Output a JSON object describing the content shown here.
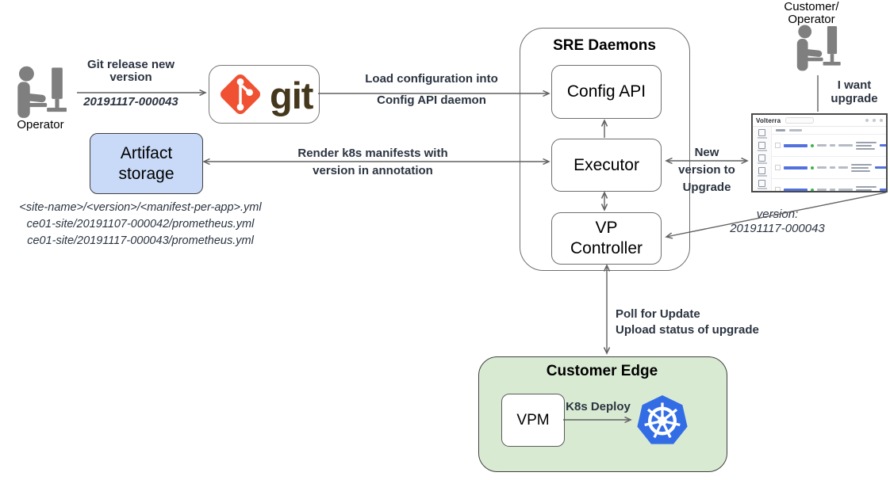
{
  "labels": {
    "operator": "Operator",
    "git_release_1": "Git release new",
    "git_release_2": "version",
    "git_release_version": "20191117-000043",
    "git_wordmark": "git",
    "load_config_1": "Load configuration into",
    "load_config_2": "Config API daemon",
    "sre_title": "SRE Daemons",
    "config_api": "Config API",
    "executor": "Executor",
    "vp_controller_1": "VP",
    "vp_controller_2": "Controller",
    "render_1": "Render k8s manifests with",
    "render_2": "version in annotation",
    "artifact_1": "Artifact",
    "artifact_2": "storage",
    "manifest_path_template": "<site-name>/<version>/<manifest-per-app>.yml",
    "manifest_path_old": "ce01-site/20191107-000042/prometheus.yml",
    "manifest_path_new": "ce01-site/20191117-000043/prometheus.yml",
    "customer_1": "Customer/",
    "customer_2": "Operator",
    "i_want_1": "I want",
    "i_want_2": "upgrade",
    "new_version_1": "New",
    "new_version_2": "version to",
    "new_version_3": "Upgrade",
    "version_note_1": "version:",
    "version_note_2": "20191117-000043",
    "poll_1": "Poll for Update",
    "poll_2": "Upload status of upgrade",
    "customer_edge_title": "Customer Edge",
    "vpm": "VPM",
    "k8s_deploy": "K8s Deploy",
    "screenshot_logo": "Volterra"
  },
  "colors": {
    "label_text": "#2b3441",
    "box_text": "#000000",
    "line": "#616161",
    "artifact_fill": "#c9daf8",
    "artifact_border": "#3f3f3f",
    "customer_edge_fill": "#d9ead3",
    "customer_edge_border": "#3f3f3f",
    "git_orange": "#f05133",
    "git_wordmark": "#45371c",
    "kubernetes_blue": "#326de6",
    "person_gray": "#7f7f7f",
    "screenshot_link": "#5472dd",
    "screenshot_green": "#3cb54b"
  }
}
